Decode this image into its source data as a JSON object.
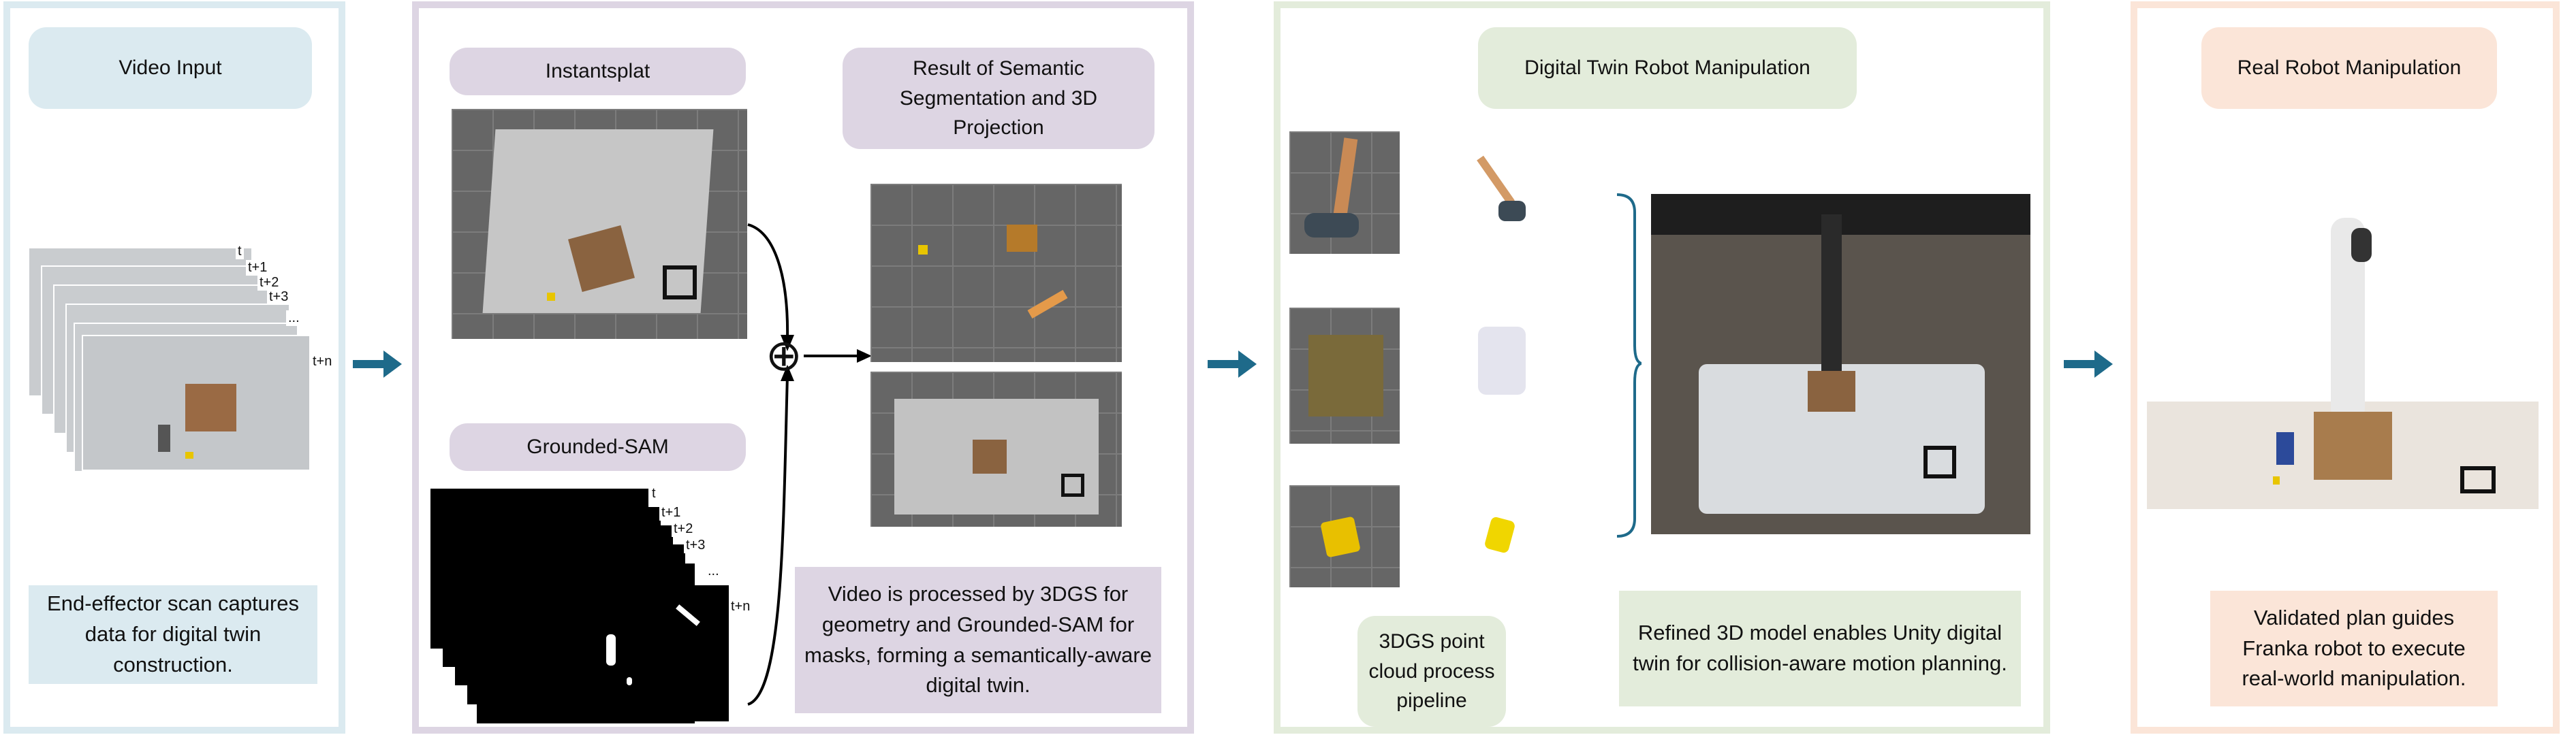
{
  "colors": {
    "input": "#dbeaf0",
    "process": "#ddd5e3",
    "twin": "#e3ecdb",
    "real": "#fbe5d8",
    "arrow": "#1e6a8a"
  },
  "panel1": {
    "title": "Video Input",
    "frame_labels": [
      "t",
      "t+1",
      "t+2",
      "t+3",
      "...",
      "t+n"
    ],
    "caption": "End-effector scan captures data for digital twin construction."
  },
  "panel2": {
    "instantsplat": "Instantsplat",
    "grounded_sam": "Grounded-SAM",
    "mask_labels": [
      "t",
      "t+1",
      "t+2",
      "t+3",
      "...",
      "t+n"
    ],
    "result_title": "Result of Semantic Segmentation and 3D Projection",
    "operator": "⊕",
    "caption": "Video is processed by 3DGS for geometry and Grounded-SAM for masks, forming a semantically-aware digital twin."
  },
  "panel3": {
    "title": "Digital Twin Robot Manipulation",
    "pipeline_label": "3DGS point cloud process pipeline",
    "caption": "Refined 3D model enables Unity digital twin for collision-aware motion planning."
  },
  "panel4": {
    "title": "Real Robot Manipulation",
    "caption": "Validated plan guides Franka robot to execute real-world manipulation."
  }
}
